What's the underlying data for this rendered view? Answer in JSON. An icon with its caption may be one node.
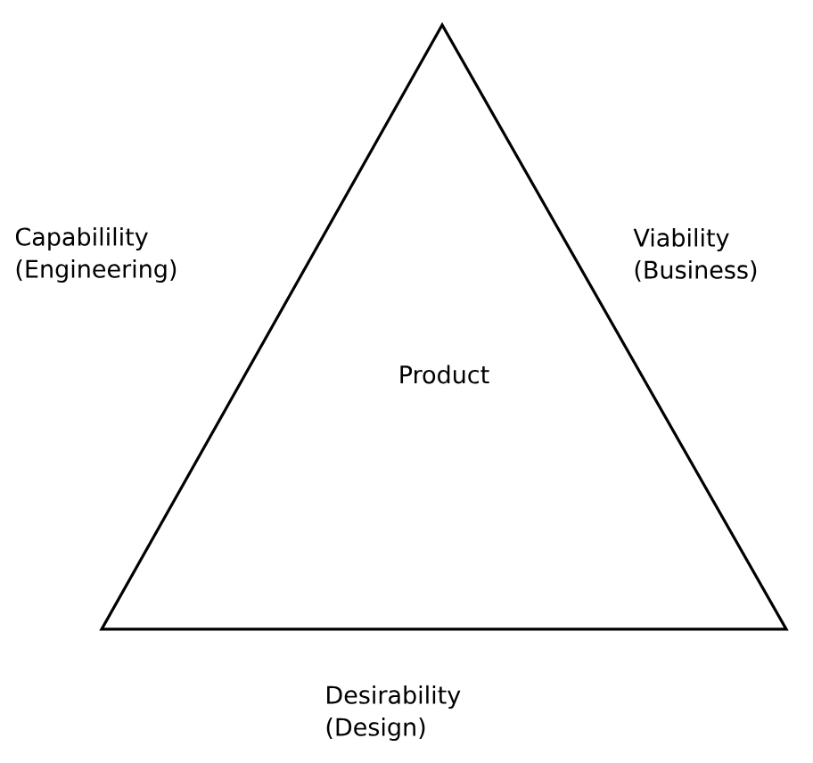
{
  "diagram": {
    "nodes": [
      {
        "text": [
          "Product"
        ]
      }
    ],
    "labels": [
      "Capabilility (Engineering)",
      "Viability (Business)",
      "Desirability (Design)"
    ]
  }
}
